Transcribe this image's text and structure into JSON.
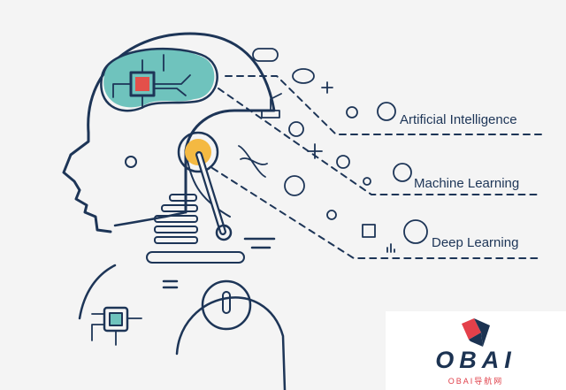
{
  "labels": {
    "artificial_intelligence": "Artificial Intelligence",
    "machine_learning": "Machine Learning",
    "deep_learning": "Deep Learning"
  },
  "logo": {
    "name": "OBAI",
    "subtitle": "OBAI导航网"
  },
  "colors": {
    "line": "#1d3557",
    "teal": "#6fc3bd",
    "red": "#e4504a",
    "yellow": "#f4b942",
    "background": "#f4f4f4"
  }
}
